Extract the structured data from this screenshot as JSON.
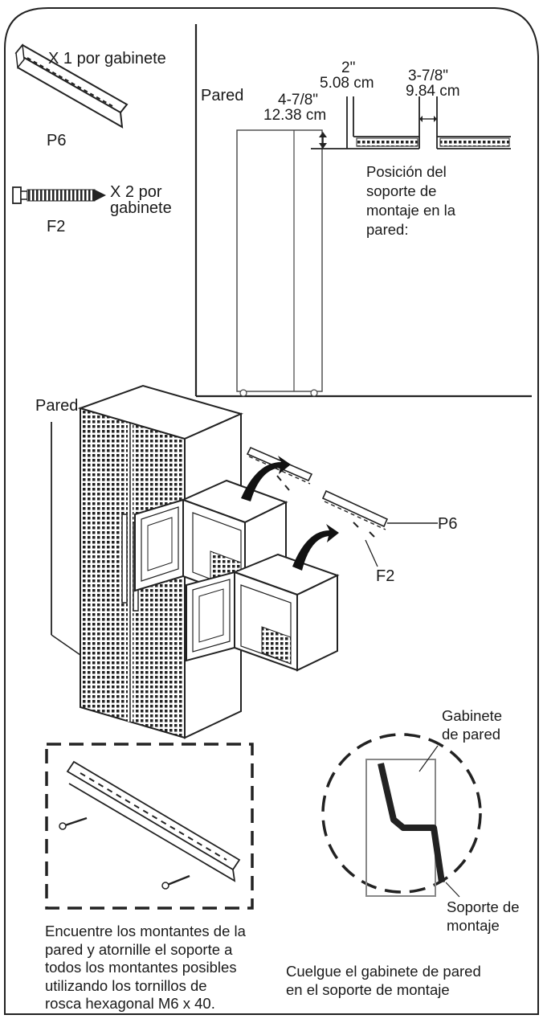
{
  "parts": {
    "p6": {
      "id": "P6",
      "qty": "X 1 por gabinete"
    },
    "f2": {
      "id": "F2",
      "qty_line1": "X 2 por",
      "qty_line2": "gabinete"
    }
  },
  "wall_position": {
    "wall_label": "Pared",
    "height_in": "4-7/8\"",
    "height_cm": "12.38 cm",
    "gap_in": "2\"",
    "gap_cm": "5.08 cm",
    "spacing_in": "3-7/8\"",
    "spacing_cm": "9.84 cm",
    "caption": "Posición del\nsoporte de\nmontaje en la\npared:"
  },
  "assembly": {
    "wall_label": "Pared",
    "p6_callout": "P6",
    "f2_callout": "F2"
  },
  "detail": {
    "cabinet_label": "Gabinete\nde pared",
    "bracket_label": "Soporte de\nmontaje"
  },
  "instructions": {
    "left": "Encuentre los montantes de la\npared y atornille el soporte a\ntodos los montantes posibles\nutilizando los tornillos de\nrosca hexagonal M6 x 40.",
    "right": "Cuelgue el gabinete de pared\nen el soporte de montaje"
  }
}
